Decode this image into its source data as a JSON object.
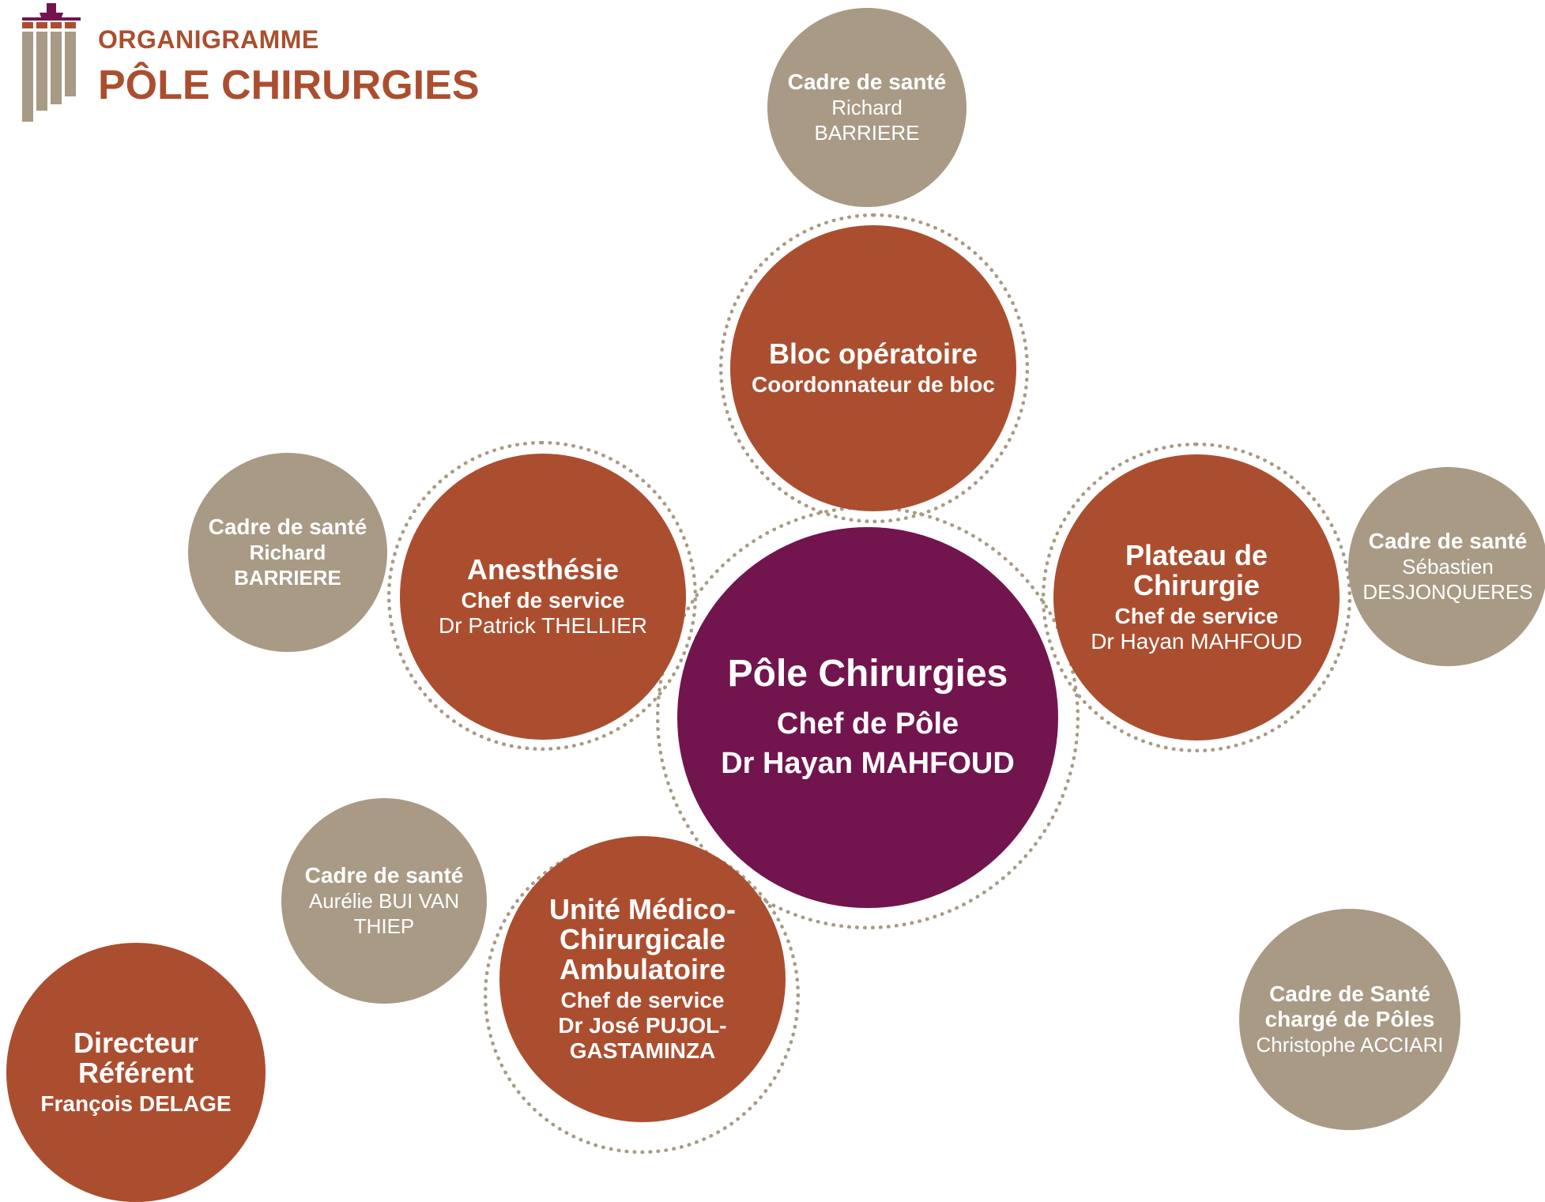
{
  "header": {
    "subtitle": "ORGANIGRAMME",
    "title": "PÔLE CHIRURGIES"
  },
  "colors": {
    "rust": "#AB4E2F",
    "tan": "#A89A85",
    "plum": "#72154E",
    "logo_top": "#72154E"
  },
  "center": {
    "title": "Pôle Chirurgies",
    "role": "Chef de Pôle",
    "name": "Dr Hayan MAHFOUD"
  },
  "bloc": {
    "title": "Bloc opératoire",
    "role": "Coordonnateur de bloc"
  },
  "anesthesie": {
    "title": "Anesthésie",
    "role": "Chef de service",
    "name": "Dr Patrick THELLIER"
  },
  "plateau": {
    "title_line1": "Plateau de",
    "title_line2": "Chirurgie",
    "role": "Chef de service",
    "name": "Dr Hayan MAHFOUD"
  },
  "umca": {
    "title_line1": "Unité Médico-",
    "title_line2": "Chirurgicale",
    "title_line3": "Ambulatoire",
    "role": "Chef de service",
    "name_line1": "Dr José PUJOL-",
    "name_line2": "GASTAMINZA"
  },
  "cadres": {
    "top": {
      "role": "Cadre de santé",
      "name": "Richard BARRIERE"
    },
    "left": {
      "role": "Cadre de santé",
      "name": "Richard BARRIERE"
    },
    "right": {
      "role": "Cadre de santé",
      "name_line1": "Sébastien",
      "name_line2": "DESJONQUERES"
    },
    "bottom_left": {
      "role": "Cadre de santé",
      "name_line1": "Aurélie BUI VAN",
      "name_line2": "THIEP"
    },
    "poles": {
      "role_line1": "Cadre de Santé",
      "role_line2": "chargé de Pôles",
      "name": "Christophe ACCIARI"
    }
  },
  "directeur": {
    "title": "Directeur Référent",
    "name": "François DELAGE"
  }
}
